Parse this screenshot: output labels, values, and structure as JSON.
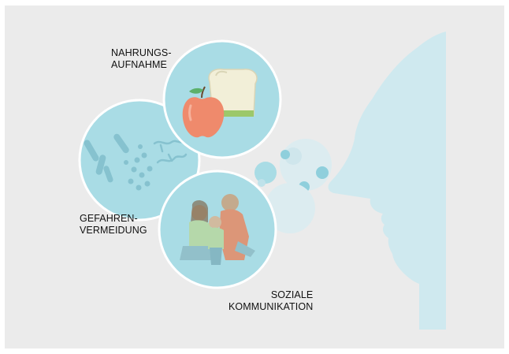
{
  "labels": {
    "food_intake": {
      "line1": "NAHRUNGS-",
      "line2": "AUFNAHME"
    },
    "danger_avoidance": {
      "line1": "GEFAHREN-",
      "line2": "VERMEIDUNG"
    },
    "social_communication": {
      "line1": "SOZIALE",
      "line2": "KOMMUNIKATION"
    }
  },
  "icons": {
    "food_circle": "apple-and-sandwich-icon",
    "danger_circle": "bacteria-icon",
    "social_circle": "family-icon",
    "face": "human-face-profile-silhouette",
    "scent": "scent-bubbles"
  },
  "colors": {
    "background": "#ebebeb",
    "circle_fill": "#a9dce5",
    "circle_stroke": "#ffffff",
    "face_fill": "#cfe9ef",
    "bubble_fill": "#a9dce5",
    "apple": "#ef8a6c",
    "text": "#111111"
  }
}
